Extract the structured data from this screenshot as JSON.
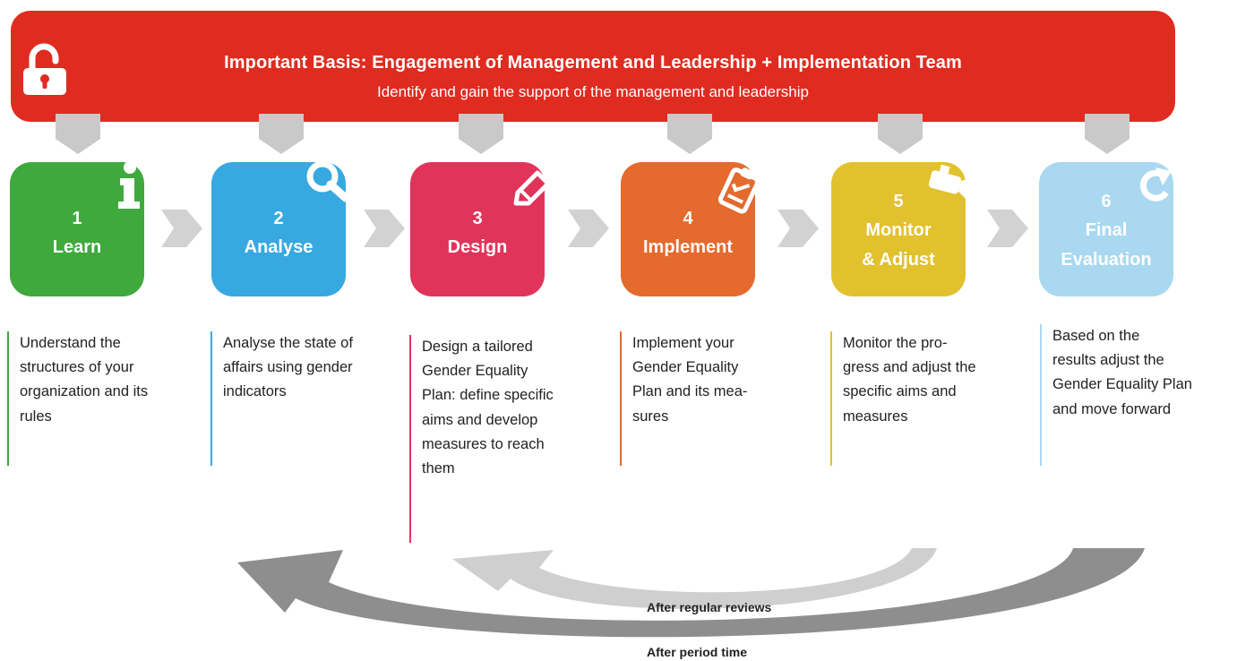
{
  "banner": {
    "title": "Important Basis: Engagement of Management and Leadership + Implementation Team",
    "subtitle": "Identify and gain the support of the management and leadership",
    "color": "#e02b20"
  },
  "steps": [
    {
      "number": "1",
      "name_lines": [
        "Learn"
      ],
      "color": "#3fa93e",
      "icon": "info-icon",
      "description": [
        "Understand the",
        "structures of your",
        "organization and its",
        "rules"
      ]
    },
    {
      "number": "2",
      "name_lines": [
        "Analyse"
      ],
      "color": "#37a9e0",
      "icon": "magnifier-icon",
      "description": [
        "Analyse the state of",
        "affairs using gender",
        "indicators"
      ]
    },
    {
      "number": "3",
      "name_lines": [
        "Design"
      ],
      "color": "#e0345a",
      "icon": "pencil-icon",
      "description": [
        "Design a tailored",
        "Gender Equality",
        "Plan: define specific",
        "aims and develop",
        "measures to reach",
        "them"
      ]
    },
    {
      "number": "4",
      "name_lines": [
        "Implement"
      ],
      "color": "#e46a2d",
      "icon": "clipboard-icon",
      "description": [
        "Implement your",
        "Gender Equality",
        "Plan and its mea-",
        "sures"
      ]
    },
    {
      "number": "5",
      "name_lines": [
        "Monitor",
        "& Adjust"
      ],
      "color": "#e2c12e",
      "icon": "camera-icon",
      "description": [
        "Monitor the pro-",
        "gress and adjust the",
        "specific aims and",
        "measures"
      ]
    },
    {
      "number": "6",
      "name_lines": [
        "Final",
        "Evaluation"
      ],
      "color": "#a9d8f0",
      "icon": "refresh-icon",
      "description": [
        "Based on the",
        "results adjust the",
        "Gender Equality Plan",
        "and move forward"
      ]
    }
  ],
  "loops": {
    "inner_label": "After regular reviews",
    "outer_label": "After period time"
  }
}
